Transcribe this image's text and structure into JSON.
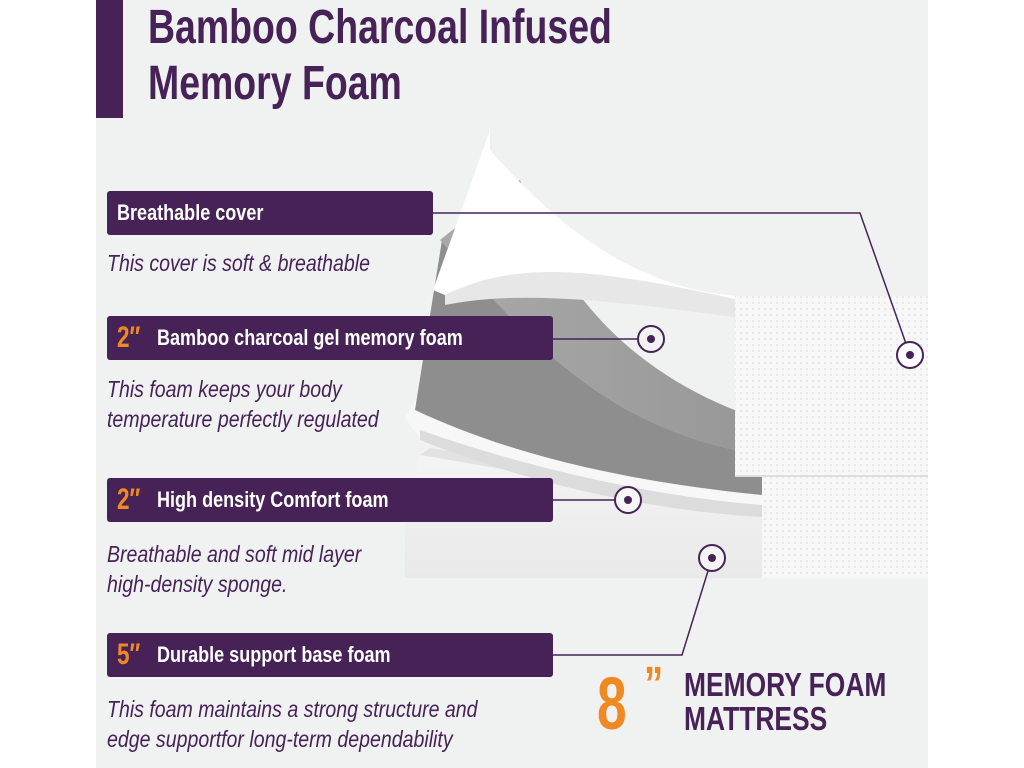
{
  "title": {
    "line1": "Bamboo Charcoal Infused",
    "line2": "Memory Foam"
  },
  "layers": [
    {
      "inch": "",
      "label": "Breathable cover",
      "desc": [
        "This cover is soft & breathable"
      ]
    },
    {
      "inch": "2″",
      "label": "Bamboo charcoal gel  memory foam",
      "desc": [
        "This foam keeps your body",
        "temperature perfectly regulated"
      ]
    },
    {
      "inch": "2″",
      "label": "High density Comfort foam",
      "desc": [
        "Breathable and soft mid layer",
        "high-density sponge."
      ]
    },
    {
      "inch": "5″",
      "label": "Durable support base foam",
      "desc": [
        "This foam maintains a strong structure and",
        "edge supportfor long-term dependability"
      ]
    }
  ],
  "badge": {
    "number": "8",
    "unit": "”",
    "line1": "MEMORY FOAM",
    "line2": "MATTRESS"
  },
  "colors": {
    "brand_purple": "#462257",
    "accent_orange": "#ef8a22",
    "background": "#f0f1f1"
  }
}
